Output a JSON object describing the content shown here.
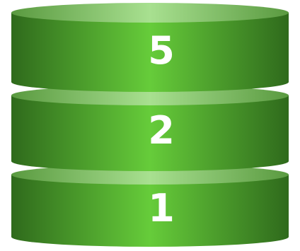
{
  "stack": {
    "layers": [
      {
        "label": "5"
      },
      {
        "label": "2"
      },
      {
        "label": "1"
      }
    ],
    "colors": {
      "side_edge": "#2f6a1c",
      "side_center": "#66cc3a",
      "top_edge": "#5a9a40",
      "top_center": "#a8e090",
      "bottom_rim": "#3e7a26",
      "label": "#ffffff"
    }
  }
}
